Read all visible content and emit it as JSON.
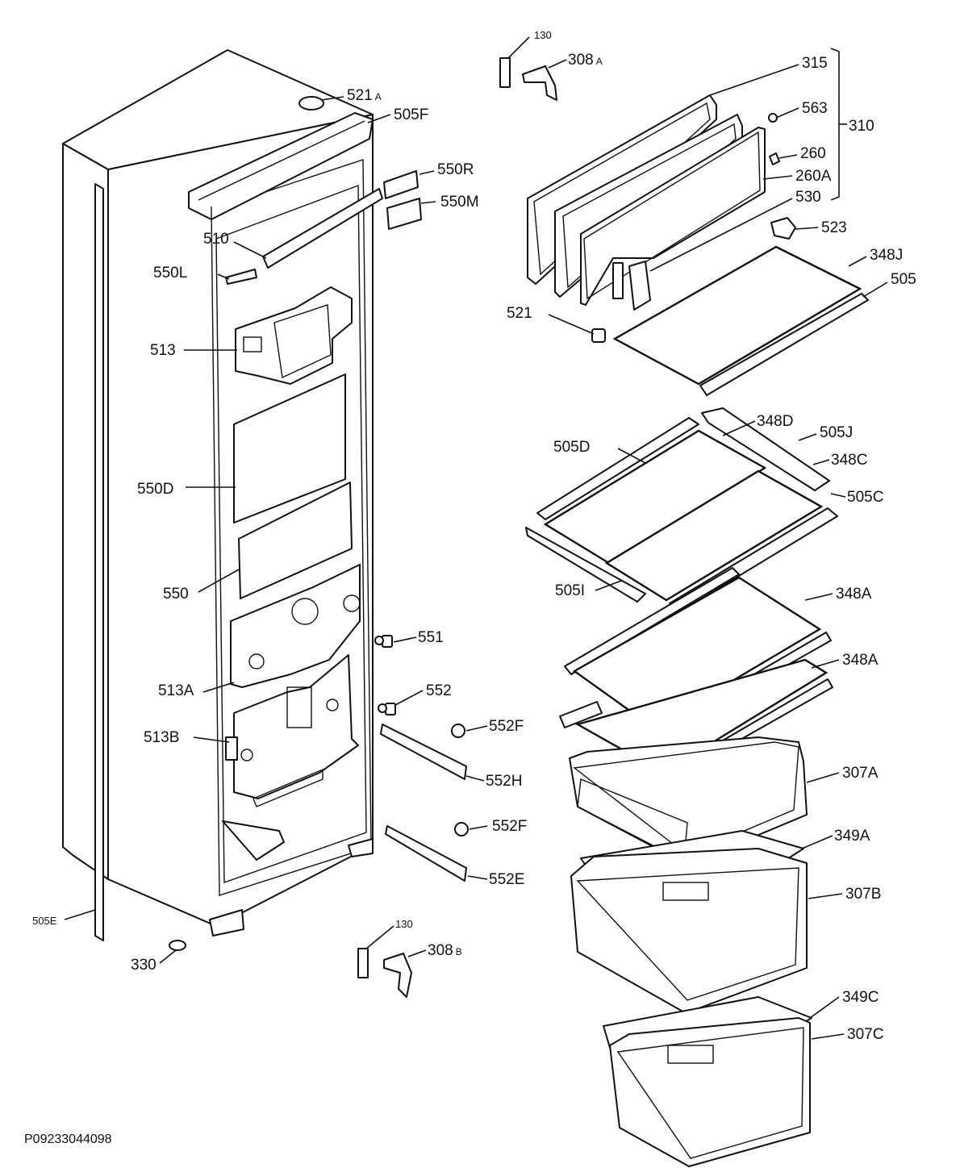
{
  "drawing_code": "P09233044098",
  "labels": {
    "l130a": "130",
    "l308a": "308",
    "l308a_sub": "A",
    "l315": "315",
    "l563": "563",
    "l310": "310",
    "l260": "260",
    "l260a": "260A",
    "l530": "530",
    "l523": "523",
    "l348j": "348J",
    "l505": "505",
    "l521": "521",
    "l521a": "521",
    "l521a_sub": "A",
    "l505f": "505F",
    "l550r": "550R",
    "l550m": "550M",
    "l510": "510",
    "l550l": "550L",
    "l513": "513",
    "l550d": "550D",
    "l550": "550",
    "l551": "551",
    "l513a": "513A",
    "l552": "552",
    "l552f_1": "552F",
    "l513b": "513B",
    "l552h": "552H",
    "l552f_2": "552F",
    "l552e": "552E",
    "l505e": "505E",
    "l330": "330",
    "l130b": "130",
    "l308b": "308",
    "l308b_sub": "B",
    "l348d": "348D",
    "l505j": "505J",
    "l505d": "505D",
    "l348c": "348C",
    "l505c": "505C",
    "l505i": "505I",
    "l348a_1": "348A",
    "l348a_2": "348A",
    "l307a": "307A",
    "l349a": "349A",
    "l307b": "307B",
    "l349c": "349C",
    "l307c": "307C"
  }
}
